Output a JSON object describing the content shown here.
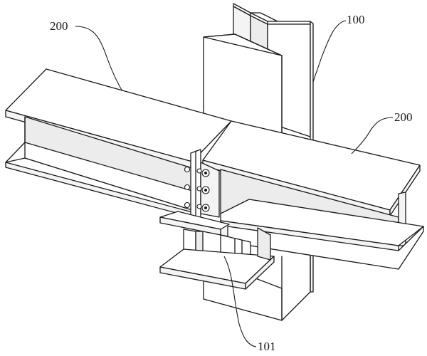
{
  "labels": {
    "column": "100",
    "beam_left": "200",
    "beam_right": "200",
    "bracket": "101"
  }
}
